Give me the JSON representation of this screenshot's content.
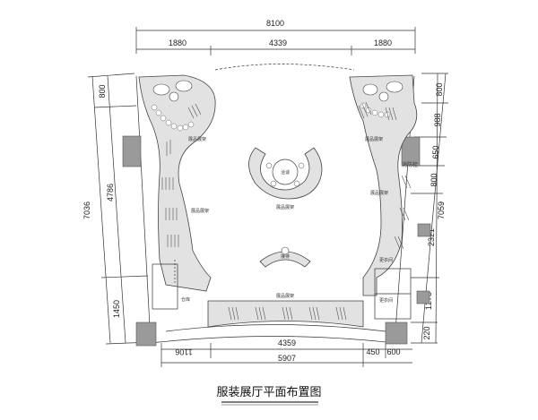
{
  "title": "服装展厅平面布置图",
  "dims": {
    "top_total": "8100",
    "top_left": "1880",
    "top_mid": "4339",
    "top_right": "1880",
    "left_outer": "7036",
    "left_top": "800",
    "left_mid": "4786",
    "left_bottom": "1450",
    "right_outer": "7059",
    "right_1": "800",
    "right_2": "988",
    "right_3": "650",
    "right_4": "800",
    "right_5": "2321",
    "right_6": "1275",
    "right_7": "220",
    "bottom_mid": "4359",
    "bottom_total": "5907",
    "bottom_left": "1106",
    "bottom_r1": "450",
    "bottom_r2": "600"
  },
  "labels": {
    "display_1": "展品展架",
    "display_2": "展品展架",
    "display_3": "展品展架",
    "display_4": "展品展架",
    "display_5": "展品展架",
    "center_table": "洽谈",
    "center_display": "展品展架",
    "reception": "接待",
    "warehouse": "仓库",
    "fitting_1": "更衣间",
    "fitting_2": "更衣间",
    "fire_hydrant": "消防栓"
  }
}
